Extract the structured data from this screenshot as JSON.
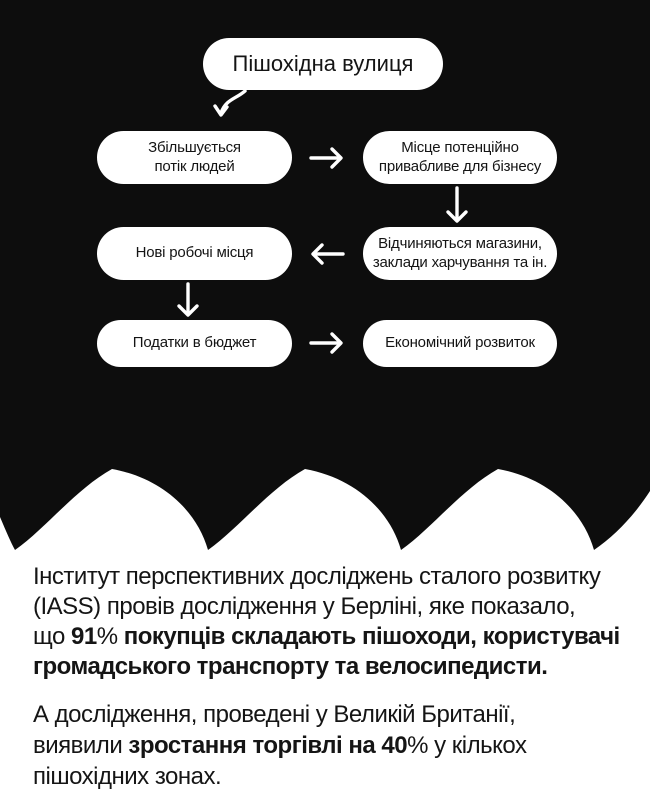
{
  "colors": {
    "background_top": "#0d0d0d",
    "background_bottom": "#ffffff",
    "pill_fill": "#ffffff",
    "pill_text": "#141414",
    "arrow": "#ffffff",
    "paragraph_text": "#151515"
  },
  "flowchart": {
    "title": "Пішохідна вулиця",
    "nodes": {
      "increase_flow": "Збільшується\nпотік людей",
      "attractive_place": "Місце потенційно\nпривабливе для бізнесу",
      "shops_open": "Відчиняються магазини,\nзаклади харчування та ін.",
      "new_jobs": "Нові робочі місця",
      "taxes": "Податки в бюджет",
      "economic_growth": "Економічний розвиток"
    },
    "connections": [
      "title → increase_flow (curved arrow)",
      "increase_flow → attractive_place",
      "attractive_place ↓ shops_open",
      "shops_open ← new_jobs direction: shops_open → new_jobs",
      "new_jobs ↓ taxes",
      "taxes → economic_growth"
    ]
  },
  "body_text": {
    "paragraph_1": {
      "lines": [
        [
          {
            "t": "Інститут перспективних досліджень сталого розвитку",
            "b": 0
          }
        ],
        [
          {
            "t": "(IASS) провів дослідження у Берліні, яке показало,",
            "b": 0
          }
        ],
        [
          {
            "t": "що ",
            "b": 0
          },
          {
            "t": "91",
            "b": 1
          },
          {
            "t": "%",
            "b": 0
          },
          {
            "t": " покупців складають пішоходи, користувачі",
            "b": 1
          }
        ],
        [
          {
            "t": "громадського транспорту та велосипедисти.",
            "b": 1
          }
        ]
      ]
    },
    "paragraph_2": {
      "lines": [
        [
          {
            "t": "А дослідження, проведені у Великій Британії,",
            "b": 0
          }
        ],
        [
          {
            "t": "виявили ",
            "b": 0
          },
          {
            "t": "зростання торгівлі на 40",
            "b": 1
          },
          {
            "t": "%",
            "b": 0
          },
          {
            "t": " у кількох",
            "b": 0
          }
        ],
        [
          {
            "t": "пішохідних зонах.",
            "b": 0
          }
        ]
      ]
    },
    "statistics": {
      "berlin_share_pedestrians": "91%",
      "uk_trade_growth": "40%"
    }
  }
}
